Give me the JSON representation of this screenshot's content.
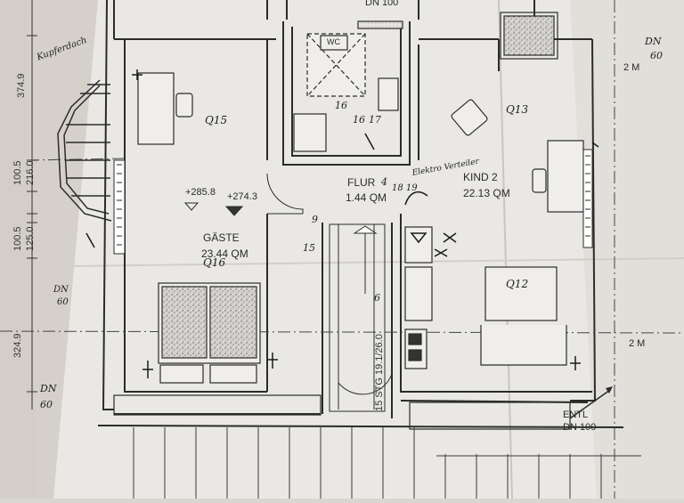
{
  "plan": {
    "paper_color": "#e8e7e3",
    "line_color": "#2b2b2b",
    "shadow_color": "#c7c4bd",
    "rooms": {
      "gaeste": {
        "name": "GÄSTE",
        "area": "23.44 QM",
        "note": "Q16"
      },
      "flur": {
        "name": "FLUR",
        "area": "1.44 QM"
      },
      "kind2": {
        "name": "KIND 2",
        "area": "22.13 QM"
      },
      "wc": {
        "name": "WC"
      }
    },
    "levels": {
      "left": "+285.8",
      "right": "+274.3"
    },
    "stairs": {
      "label": "15 STG 19.1/26.0"
    },
    "labels": {
      "dn100_top": "DN 100",
      "entl_line1": "ENTL",
      "entl_line2": "DN 100",
      "dn60_right": "DN",
      "dn60_right_2": "60",
      "dn60_left": "DN",
      "dn60_left_2": "60",
      "two_m_top": "2 M",
      "two_m_bottom": "2 M"
    },
    "dimensions": [
      "374.9",
      "100.5",
      "216.0",
      "100.5",
      "125.0",
      "324.9"
    ],
    "handwritten": {
      "kupferdach": "Kupferdach",
      "q15": "Q15",
      "q13": "Q13",
      "q12": "Q12",
      "q16_wc": "16",
      "elektro": "Elektro Verteiler",
      "gaeste_sub": "Q 16",
      "num_15": "15",
      "num_9": "9",
      "num_4": "4",
      "num_1819": "18 19",
      "num_16": "16",
      "num_17": "17",
      "num_6": "6",
      "dn_hand": "DN",
      "dn_hand_2": "60",
      "dn_hand_l": "DN",
      "dn_hand_l2": "60"
    }
  }
}
